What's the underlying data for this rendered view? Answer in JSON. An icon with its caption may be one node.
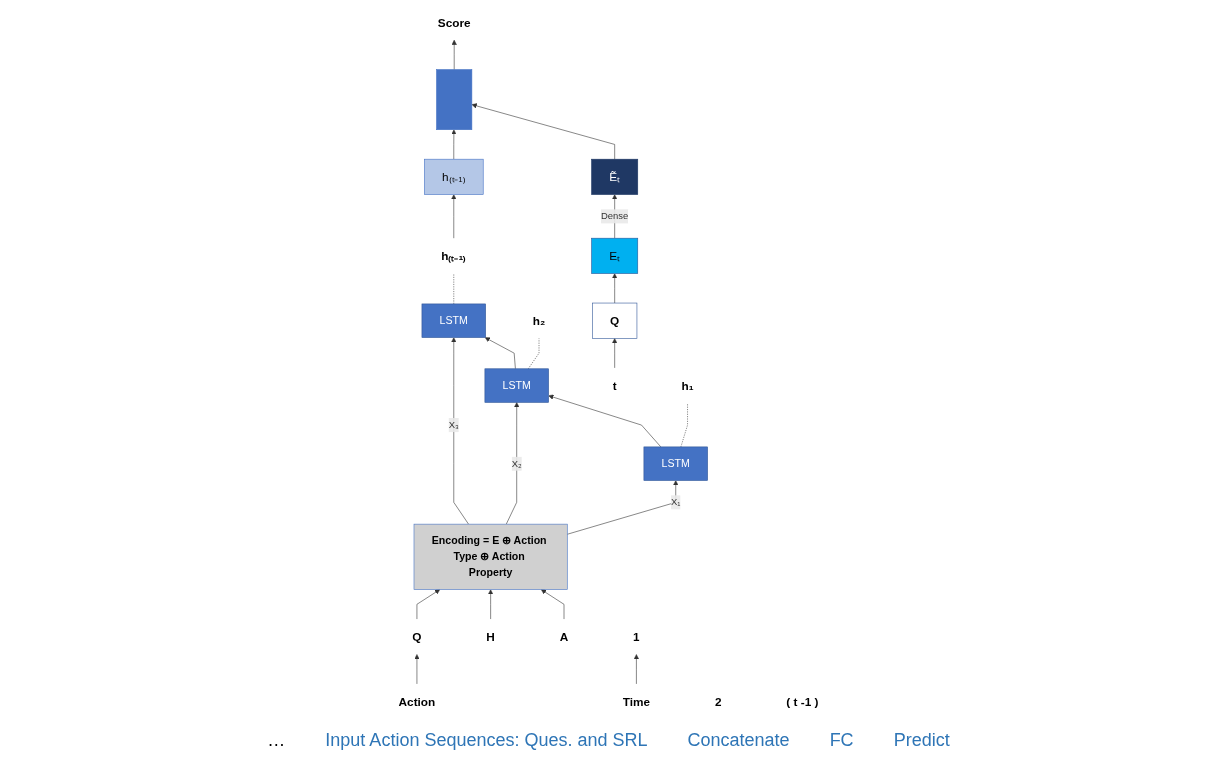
{
  "diagram": {
    "nodes": [
      {
        "text": [
          "h₁"
        ]
      },
      {
        "text": [
          "h₂"
        ]
      },
      {
        "text": [
          "h₍ₜ₋₁₎"
        ]
      },
      {
        "text": [
          "LSTM"
        ]
      },
      {
        "text": [
          "LSTM"
        ]
      },
      {
        "text": [
          "LSTM"
        ]
      },
      {
        "text": [
          "Encoding = E ⊕ Action Type ⊕ Action Property"
        ]
      },
      {
        "text": [
          "Action"
        ]
      },
      {
        "text": [
          "Q"
        ]
      },
      {
        "text": [
          "H"
        ]
      },
      {
        "text": [
          "A"
        ]
      },
      {
        "text": [
          "Time"
        ]
      },
      {
        "text": [
          "1"
        ]
      },
      {
        "text": [
          "2"
        ]
      },
      {
        "text": [
          "( t -1 )"
        ]
      },
      {
        "text": [
          "t"
        ]
      },
      {
        "text": [
          "Q"
        ]
      },
      {
        "text": [
          "Eₜ"
        ]
      },
      {
        "text": [
          "Ẽₜ"
        ]
      },
      {
        "text": [
          "h₍ₜ₋₁₎"
        ]
      },
      {
        "text": [],
        "shape": "bar"
      },
      {
        "text": [
          "Score"
        ]
      }
    ],
    "edges": [
      {
        "from": 3,
        "to": 0,
        "arrow": "none",
        "style": "dashed"
      },
      {
        "from": 4,
        "to": 1,
        "arrow": "none",
        "style": "dashed"
      },
      {
        "from": 5,
        "to": 2,
        "arrow": "none",
        "style": "dashed"
      },
      {
        "from": 3,
        "to": 4,
        "arrow": "to"
      },
      {
        "from": 4,
        "to": 5,
        "arrow": "to"
      },
      {
        "from": 6,
        "to": 3,
        "arrow": "to",
        "label": "X₁"
      },
      {
        "from": 6,
        "to": 4,
        "arrow": "to",
        "label": "X₂"
      },
      {
        "from": 6,
        "to": 5,
        "arrow": "to",
        "label": "X₃"
      },
      {
        "from": 8,
        "to": 6,
        "arrow": "to"
      },
      {
        "from": 9,
        "to": 6,
        "arrow": "to"
      },
      {
        "from": 10,
        "to": 6,
        "arrow": "to"
      },
      {
        "from": 7,
        "to": 8,
        "arrow": "to"
      },
      {
        "from": 11,
        "to": 12,
        "arrow": "to"
      },
      {
        "from": 2,
        "to": 19,
        "arrow": "to"
      },
      {
        "from": 15,
        "to": 16,
        "arrow": "to"
      },
      {
        "from": 16,
        "to": 17,
        "arrow": "to"
      },
      {
        "from": 17,
        "to": 18,
        "arrow": "to",
        "label": "Dense"
      },
      {
        "from": 18,
        "to": 20,
        "arrow": "to"
      },
      {
        "from": 19,
        "to": 20,
        "arrow": "to"
      },
      {
        "from": 20,
        "to": 21,
        "arrow": "to"
      }
    ],
    "labels": [
      "…",
      "Input Action Sequences: Ques. and SRL",
      "Concatenate",
      "FC",
      "Predict"
    ]
  }
}
